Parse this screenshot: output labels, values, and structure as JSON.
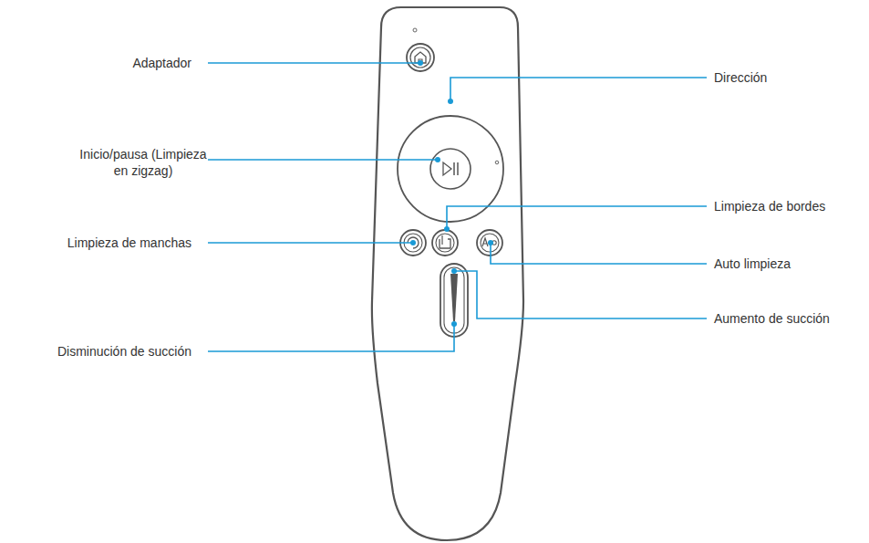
{
  "diagram": {
    "labels": [
      "Adaptador",
      "Dirección",
      "Inicio/pausa (Limpieza en zigzag)",
      "Limpieza de bordes",
      "Limpieza de manchas",
      "Auto limpieza",
      "Aumento de succión",
      "Disminución de succión"
    ]
  }
}
